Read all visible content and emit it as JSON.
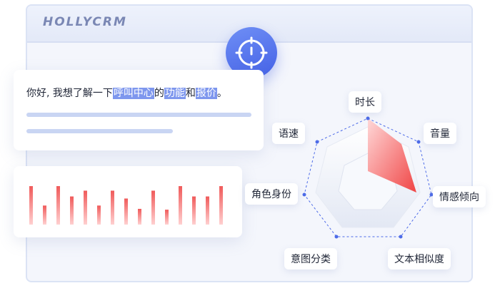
{
  "app": {
    "brand": "HOLLYCRM"
  },
  "chat": {
    "segments": [
      {
        "text": "你好, 我想了解一下",
        "highlight": false
      },
      {
        "text": "呼叫中心",
        "highlight": true
      },
      {
        "text": "的",
        "highlight": false
      },
      {
        "text": "功能",
        "highlight": true
      },
      {
        "text": "和",
        "highlight": false
      },
      {
        "text": "报价",
        "highlight": true
      },
      {
        "text": "。",
        "highlight": false
      }
    ]
  },
  "radar": {
    "dimensions": [
      "时长",
      "音量",
      "情感倾向",
      "文本相似度",
      "意图分类",
      "角色身份",
      "语速"
    ]
  },
  "audio_levels": [
    0.93,
    0.46,
    0.93,
    0.68,
    0.82,
    0.46,
    0.82,
    0.63,
    0.38,
    0.82,
    0.36,
    0.93,
    0.68,
    0.68,
    0.93
  ],
  "colors": {
    "accent": "#4d6be8",
    "highlight": "#7e97ee",
    "bar_top": "#f05a5a",
    "bar_bottom": "#ffd0d0"
  }
}
